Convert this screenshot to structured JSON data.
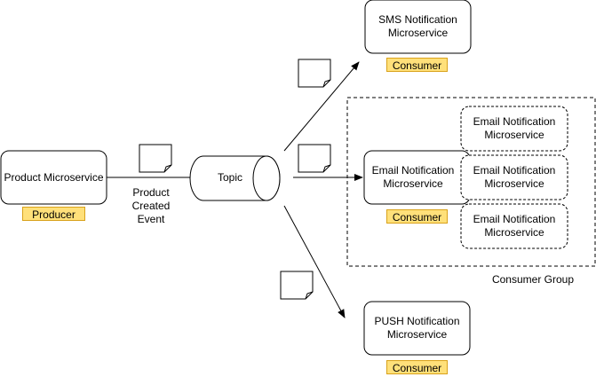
{
  "producer": {
    "name": "Product Microservice",
    "role": "Producer"
  },
  "event_label": "Product\nCreated\nEvent",
  "topic": {
    "label": "Topic"
  },
  "sms": {
    "name": "SMS Notification\nMicroservice",
    "role": "Consumer"
  },
  "email": {
    "name": "Email Notification\nMicroservice",
    "role": "Consumer"
  },
  "email_instances": [
    "Email Notification\nMicroservice",
    "Email Notification\nMicroservice",
    "Email Notification\nMicroservice"
  ],
  "consumer_group_label": "Consumer Group",
  "push": {
    "name": "PUSH Notification\nMicroservice",
    "role": "Consumer"
  },
  "colors": {
    "badge_fill": "#ffe07a",
    "badge_border": "#d9a21b",
    "stroke": "#000000"
  }
}
